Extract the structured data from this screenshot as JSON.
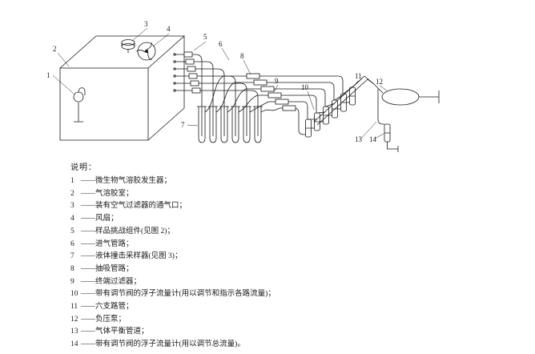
{
  "diagram": {
    "callouts": [
      {
        "num": "1"
      },
      {
        "num": "2"
      },
      {
        "num": "3"
      },
      {
        "num": "4"
      },
      {
        "num": "5"
      },
      {
        "num": "6"
      },
      {
        "num": "7"
      },
      {
        "num": "8"
      },
      {
        "num": "9"
      },
      {
        "num": "10"
      },
      {
        "num": "11"
      },
      {
        "num": "12"
      },
      {
        "num": "13"
      },
      {
        "num": "14"
      }
    ],
    "parts": {
      "chamber": "气溶胶室",
      "generator": "微生物气溶胶发生器",
      "vent": "装有空气过滤器的通气口",
      "fan": "风扇",
      "assemblies": "样品挑战组件",
      "intake_tubes": "进气管路",
      "impingers": "液体撞击采样器",
      "suction_tubes": "抽吸管路",
      "filters": "终端过滤器",
      "rotameters": "带有调节阀的浮子流量计",
      "manifold": "六支路管",
      "pump": "负压泵",
      "balance_line": "气体平衡管道",
      "total_rotameter": "带有调节阀的浮子流量计"
    },
    "line_color": "#1a1a1a"
  },
  "legend": {
    "title": "说明：",
    "dash": "——",
    "items": [
      {
        "num": "1",
        "label": "微生物气溶胶发生器；"
      },
      {
        "num": "2",
        "label": "气溶胶室；"
      },
      {
        "num": "3",
        "label": "装有空气过滤器的通气口；"
      },
      {
        "num": "4",
        "label": "风扇；"
      },
      {
        "num": "5",
        "label": "样品挑战组件(见图 2)；"
      },
      {
        "num": "6",
        "label": "进气管路；"
      },
      {
        "num": "7",
        "label": "液体撞击采样器(见图 3)；"
      },
      {
        "num": "8",
        "label": "抽吸管路；"
      },
      {
        "num": "9",
        "label": "终端过滤器；"
      },
      {
        "num": "10",
        "label": "带有调节阀的浮子流量计(用以调节和指示各路流量)；"
      },
      {
        "num": "11",
        "label": "六支路管；"
      },
      {
        "num": "12",
        "label": "负压泵；"
      },
      {
        "num": "13",
        "label": "气体平衡管道；"
      },
      {
        "num": "14",
        "label": "带有调节阀的浮子流量计(用以调节总流量)。"
      }
    ]
  }
}
